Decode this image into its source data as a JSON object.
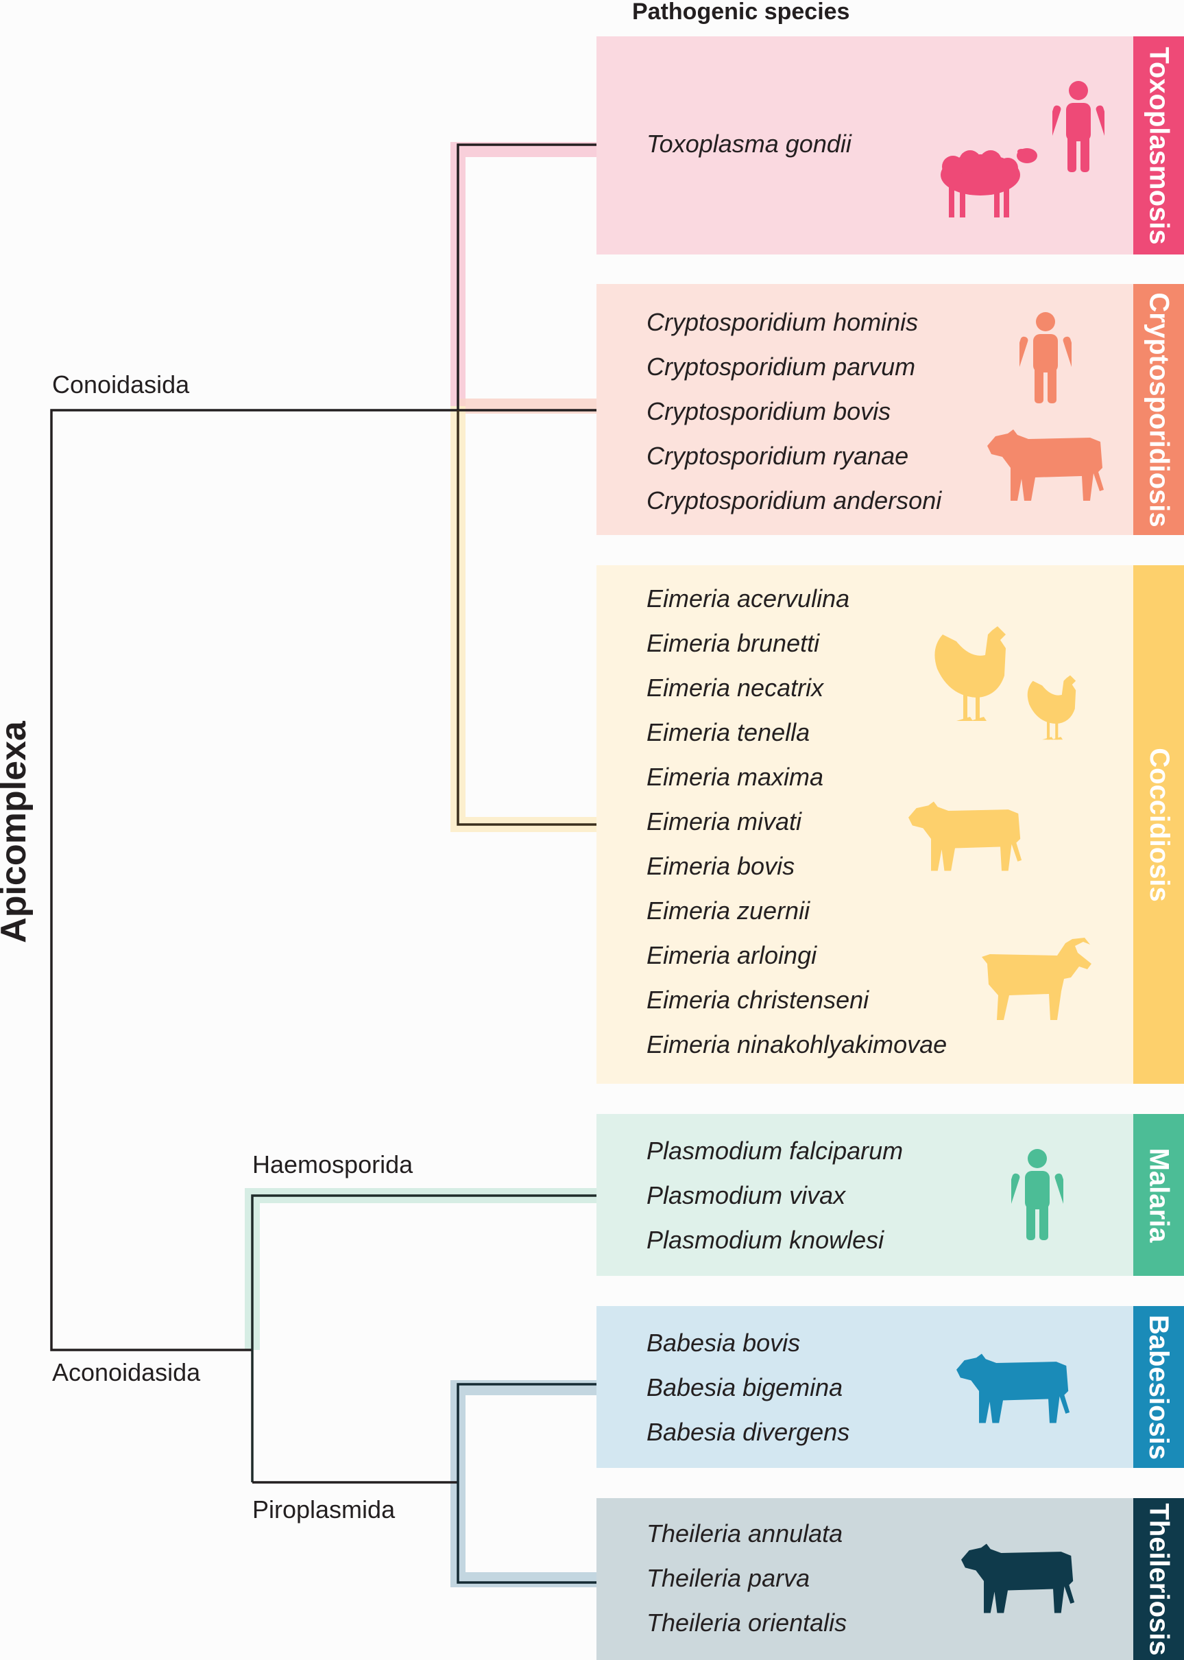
{
  "title": "Apicomplexa",
  "header": "Pathogenic species",
  "clades": {
    "conoidasida": "Conoidasida",
    "aconoidasida": "Aconoidasida",
    "haemosporida": "Haemosporida",
    "piroplasmida": "Piroplasmida"
  },
  "diseases": [
    {
      "name": "Toxoplasmosis",
      "color": "#ee4a77",
      "bg": "#fad9e0",
      "species": [
        "Toxoplasma gondii"
      ],
      "icons": [
        "sheep-icon",
        "human-icon"
      ]
    },
    {
      "name": "Cryptosporidiosis",
      "color": "#f4896b",
      "bg": "#fce2dc",
      "species": [
        "Cryptosporidium hominis",
        "Cryptosporidium parvum",
        "Cryptosporidium bovis",
        "Cryptosporidium ryanae",
        "Cryptosporidium andersoni"
      ],
      "icons": [
        "human-icon",
        "cow-icon"
      ]
    },
    {
      "name": "Coccidiosis",
      "color": "#fdd06c",
      "bg": "#fef4e0",
      "species": [
        "Eimeria acervulina",
        "Eimeria brunetti",
        "Eimeria necatrix",
        "Eimeria tenella",
        "Eimeria maxima",
        "Eimeria mivati",
        "Eimeria bovis",
        "Eimeria zuernii",
        "Eimeria arloingi",
        "Eimeria christenseni",
        "Eimeria ninakohlyakimovae"
      ],
      "icons": [
        "chicken-icon",
        "chicken-icon",
        "cow-icon",
        "goat-icon"
      ]
    },
    {
      "name": "Malaria",
      "color": "#4cbd96",
      "bg": "#dff1ea",
      "species": [
        "Plasmodium falciparum",
        "Plasmodium vivax",
        "Plasmodium knowlesi"
      ],
      "icons": [
        "human-icon"
      ]
    },
    {
      "name": "Babesiosis",
      "color": "#1a8bb8",
      "bg": "#d3e7f1",
      "species": [
        "Babesia bovis",
        "Babesia bigemina",
        "Babesia divergens"
      ],
      "icons": [
        "cow-icon"
      ]
    },
    {
      "name": "Theileriosis",
      "color": "#0f3a4b",
      "bg": "#ccd8dc",
      "species": [
        "Theileria annulata",
        "Theileria parva",
        "Theileria orientalis"
      ],
      "icons": [
        "cow-icon"
      ]
    }
  ]
}
